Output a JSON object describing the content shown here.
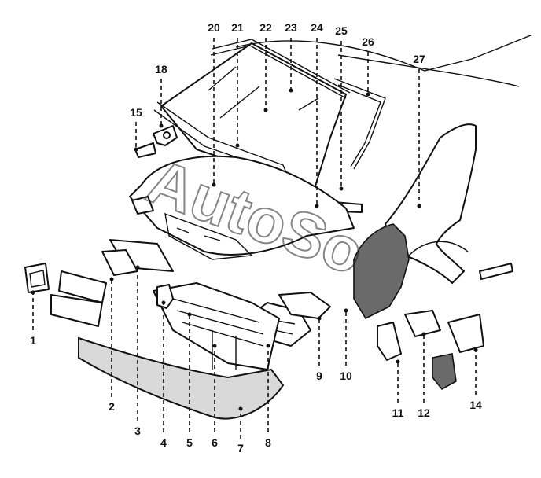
{
  "diagram": {
    "watermark": "AutoSo",
    "callouts": [
      {
        "id": "1",
        "label": "1"
      },
      {
        "id": "2",
        "label": "2"
      },
      {
        "id": "3",
        "label": "3"
      },
      {
        "id": "4",
        "label": "4"
      },
      {
        "id": "5",
        "label": "5"
      },
      {
        "id": "6",
        "label": "6"
      },
      {
        "id": "7",
        "label": "7"
      },
      {
        "id": "8",
        "label": "8"
      },
      {
        "id": "9",
        "label": "9"
      },
      {
        "id": "10",
        "label": "10"
      },
      {
        "id": "11",
        "label": "11"
      },
      {
        "id": "12",
        "label": "12"
      },
      {
        "id": "14",
        "label": "14"
      },
      {
        "id": "15",
        "label": "15"
      },
      {
        "id": "18",
        "label": "18"
      },
      {
        "id": "20",
        "label": "20"
      },
      {
        "id": "21",
        "label": "21"
      },
      {
        "id": "22",
        "label": "22"
      },
      {
        "id": "23",
        "label": "23"
      },
      {
        "id": "24",
        "label": "24"
      },
      {
        "id": "25",
        "label": "25"
      },
      {
        "id": "26",
        "label": "26"
      },
      {
        "id": "27",
        "label": "27"
      }
    ]
  }
}
